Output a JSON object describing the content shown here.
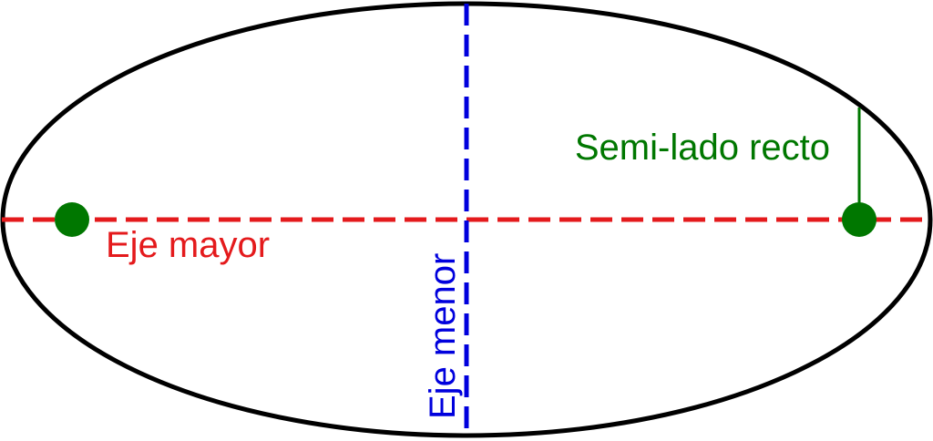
{
  "labels": {
    "major_axis": "Eje mayor",
    "minor_axis": "Eje menor",
    "semi_latus_rectum": "Semi-lado recto"
  },
  "colors": {
    "ellipse": "#000000",
    "major_axis": "#e41a1c",
    "minor_axis": "#0000dd",
    "foci": "#007700",
    "semi_latus_rectum": "#007700",
    "background": "#ffffff"
  }
}
